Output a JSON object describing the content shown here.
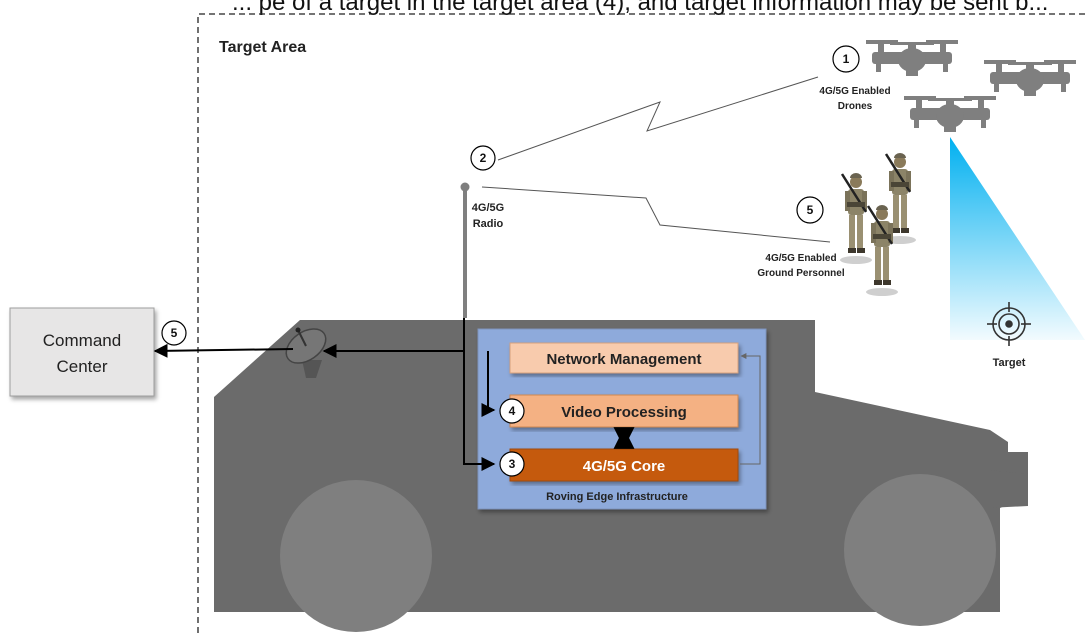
{
  "header_fragment": "... pe of a target in the target area (4), and target information may be sent b...",
  "target_area": {
    "label": "Target Area"
  },
  "command_center": {
    "line1": "Command",
    "line2": "Center",
    "marker": "5"
  },
  "drones": {
    "marker": "1",
    "line1": "4G/5G Enabled",
    "line2": "Drones"
  },
  "radio": {
    "marker": "2",
    "line1": "4G/5G",
    "line2": "Radio"
  },
  "personnel": {
    "marker": "5",
    "line1": "4G/5G Enabled",
    "line2": "Ground Personnel"
  },
  "target": {
    "label": "Target",
    "icon": "crosshair-icon"
  },
  "roving_edge": {
    "title": "Roving Edge Infrastructure",
    "network_management": "Network Management",
    "video_processing": "Video Processing",
    "video_marker": "4",
    "core": "4G/5G Core",
    "core_marker": "3"
  },
  "colors": {
    "vehicle": "#6b6b6b",
    "edge_box": "#8eaadb",
    "network_management": "#f8cbad",
    "video_processing": "#f4b183",
    "core": "#c55a11",
    "command_center": "#e7e6e6",
    "beam": "#00b0f0"
  }
}
